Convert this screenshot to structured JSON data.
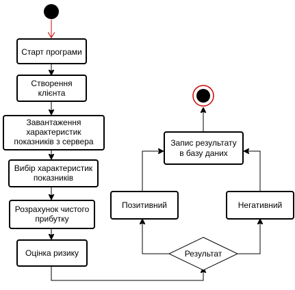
{
  "diagram": {
    "nodes": {
      "start": "Старт програми",
      "create_client": [
        "Створення",
        "клієнта"
      ],
      "load_chars": [
        "Завантаження",
        "характеристик",
        "показників з сервера"
      ],
      "choose_chars": [
        "Вибір характеристик",
        "показників"
      ],
      "calc_profit": [
        "Розрахунок чистого",
        "прибутку"
      ],
      "risk": "Оцінка ризику",
      "decision": "Результат",
      "positive": "Позитивний",
      "negative": "Негативний",
      "save": [
        "Запис результату",
        "в базу даних"
      ]
    },
    "colors": {
      "accent": "#cc0000",
      "stroke": "#000000",
      "fill": "#ffffff",
      "initial_node": "#000000"
    }
  }
}
